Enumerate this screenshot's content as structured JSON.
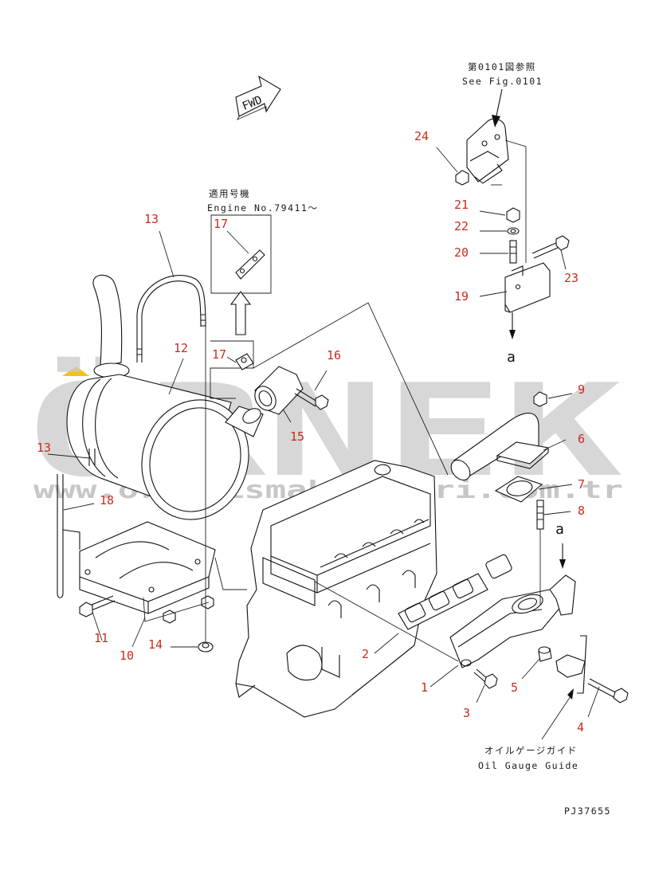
{
  "colors": {
    "callout": "#cc2a1e",
    "line": "#111111",
    "watermark": "#c7c7c7",
    "watermark_accent": "#f2c21b"
  },
  "watermark": {
    "logo_text": "ÖRNEK",
    "url_text": "www.ornekismakinalari.com.tr"
  },
  "fwd_label": "FWD",
  "notes": {
    "see_fig_jp": "第0101図参照",
    "see_fig_en": "See Fig.0101",
    "engine_jp": "適用号機",
    "engine_en": "Engine No.79411～",
    "oil_gauge_jp": "オイルゲージガイド",
    "oil_gauge_en": "Oil Gauge Guide"
  },
  "drawing_number": "PJ37655",
  "arrow_letters": [
    "a",
    "a"
  ],
  "callouts": [
    "1",
    "2",
    "3",
    "4",
    "5",
    "6",
    "7",
    "8",
    "9",
    "10",
    "11",
    "12",
    "13",
    "13",
    "14",
    "15",
    "16",
    "17",
    "17",
    "18",
    "19",
    "20",
    "21",
    "22",
    "23",
    "24"
  ]
}
